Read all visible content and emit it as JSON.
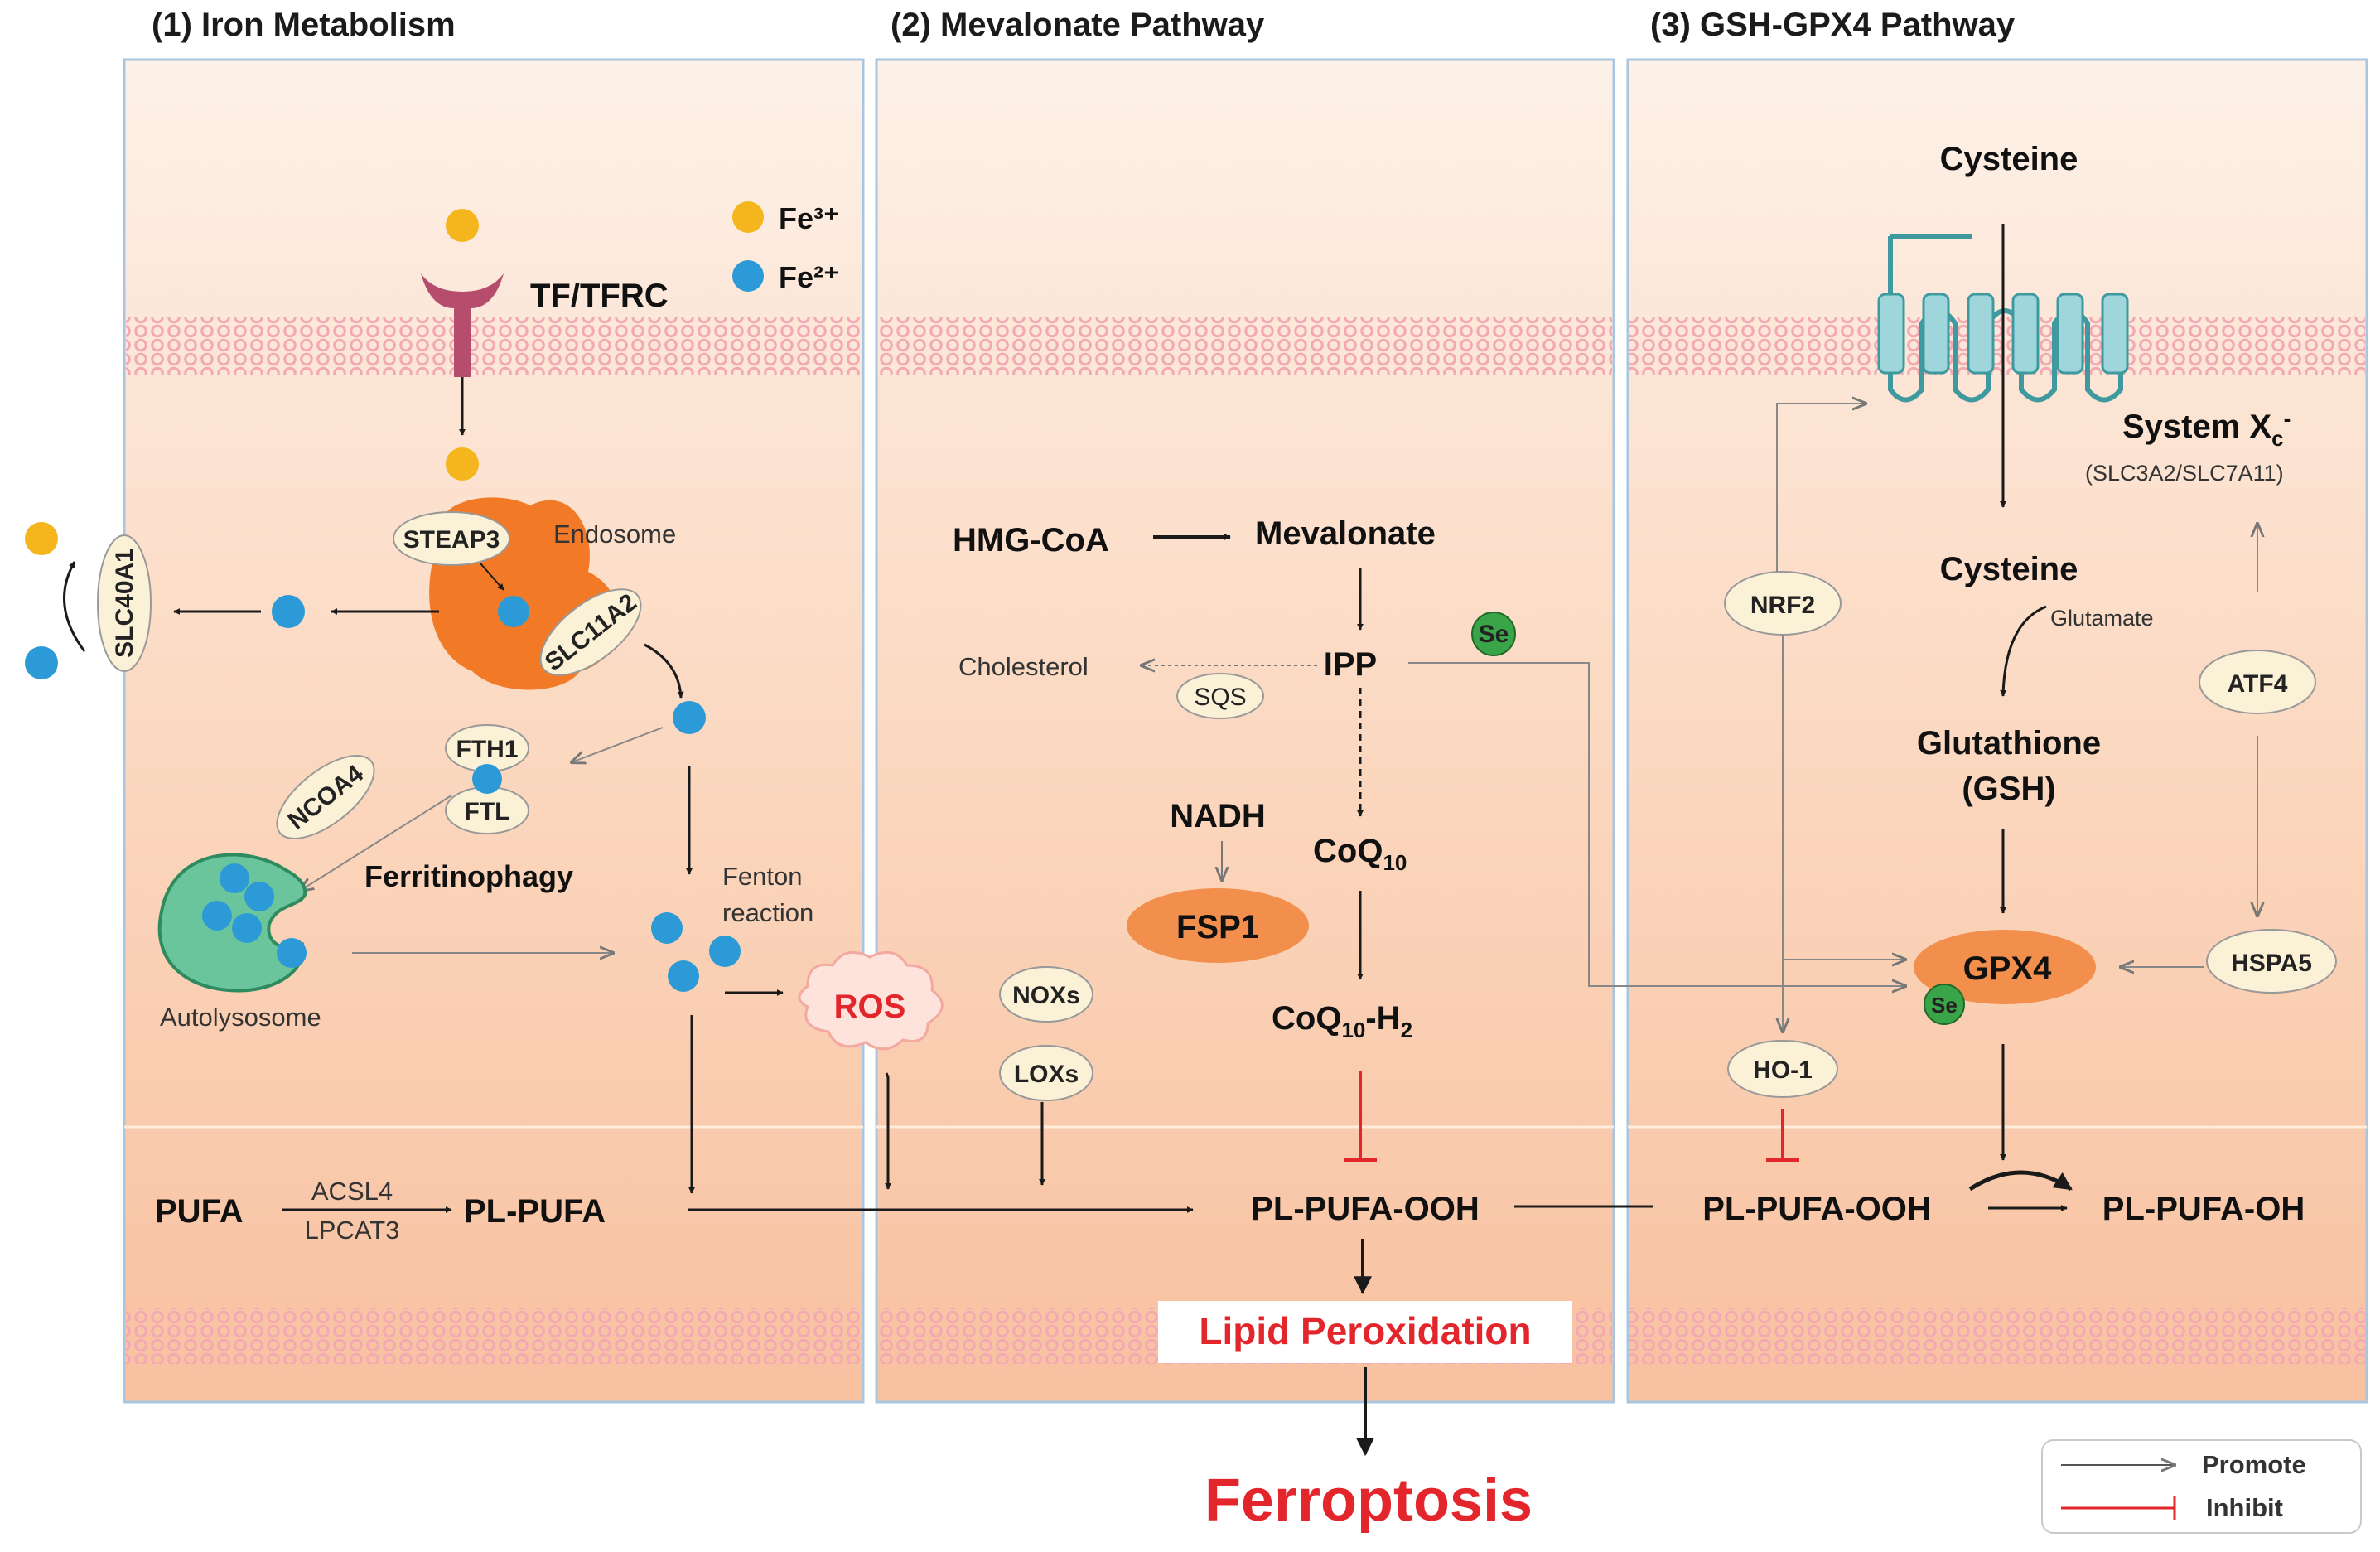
{
  "panels": {
    "iron": {
      "title": "(1) Iron Metabolism"
    },
    "mevalonate": {
      "title": "(2) Mevalonate Pathway"
    },
    "gsh": {
      "title": "(3) GSH-GPX4 Pathway"
    }
  },
  "iron": {
    "tf_tfrc": "TF/TFRC",
    "fe3_legend": "Fe³⁺",
    "fe2_legend": "Fe²⁺",
    "steap3": "STEAP3",
    "endosome": "Endosome",
    "slc11a2": "SLC11A2",
    "slc40a1": "SLC40A1",
    "fth1": "FTH1",
    "ftl": "FTL",
    "ncoa4": "NCOA4",
    "ferritinophagy": "Ferritinophagy",
    "autolysosome": "Autolysosome",
    "fenton_1": "Fenton",
    "fenton_2": "reaction",
    "ros": "ROS",
    "pufa": "PUFA",
    "acsl4": "ACSL4",
    "lpcat3": "LPCAT3",
    "pl_pufa": "PL-PUFA"
  },
  "mevalonate": {
    "hmg_coa": "HMG-CoA",
    "mevalonate": "Mevalonate",
    "ipp": "IPP",
    "cholesterol": "Cholesterol",
    "sqs": "SQS",
    "se": "Se",
    "nadh": "NADH",
    "coq10": "CoQ",
    "coq10_sub": "10",
    "fsp1": "FSP1",
    "coq10h2": "CoQ",
    "coq10h2_sub": "10",
    "coq10h2_suffix": "-H",
    "coq10h2_sub2": "2",
    "noxs": "NOXs",
    "loxs": "LOXs",
    "pl_pufa_ooh": "PL-PUFA-OOH",
    "lipid_peroxidation": "Lipid Peroxidation",
    "ferroptosis": "Ferroptosis"
  },
  "gsh": {
    "cysteine_out": "Cysteine",
    "system_xc": "System X",
    "system_xc_sub": "c",
    "system_xc_sup": "-",
    "system_xc_genes": "(SLC3A2/SLC7A11)",
    "cysteine_in": "Cysteine",
    "glutamate": "Glutamate",
    "glutathione": "Glutathione",
    "gsh_abbr": "(GSH)",
    "nrf2": "NRF2",
    "atf4": "ATF4",
    "gpx4": "GPX4",
    "se": "Se",
    "hspa5": "HSPA5",
    "ho1": "HO-1",
    "pl_pufa_ooh": "PL-PUFA-OOH",
    "pl_pufa_oh": "PL-PUFA-OH"
  },
  "legend": {
    "promote": "Promote",
    "inhibit": "Inhibit"
  },
  "colors": {
    "panel_top": "#fdf1e8",
    "panel_bottom": "#f8c1a0",
    "panel_border": "#a8c6e0",
    "membrane": "#f2a9b4",
    "fe3": "#f5b51d",
    "fe2": "#2c9ad6",
    "tfrc": "#b74d6d",
    "endosome": "#f27a26",
    "lysosome": "#6ac59c",
    "pill_fill": "#fbf1d6",
    "enzyme_fill": "#f28f4d",
    "selenium": "#3aa548",
    "transporter": "#9fd6dc",
    "ros_red": "#e3262b",
    "inhibit_red": "#e3262b"
  }
}
